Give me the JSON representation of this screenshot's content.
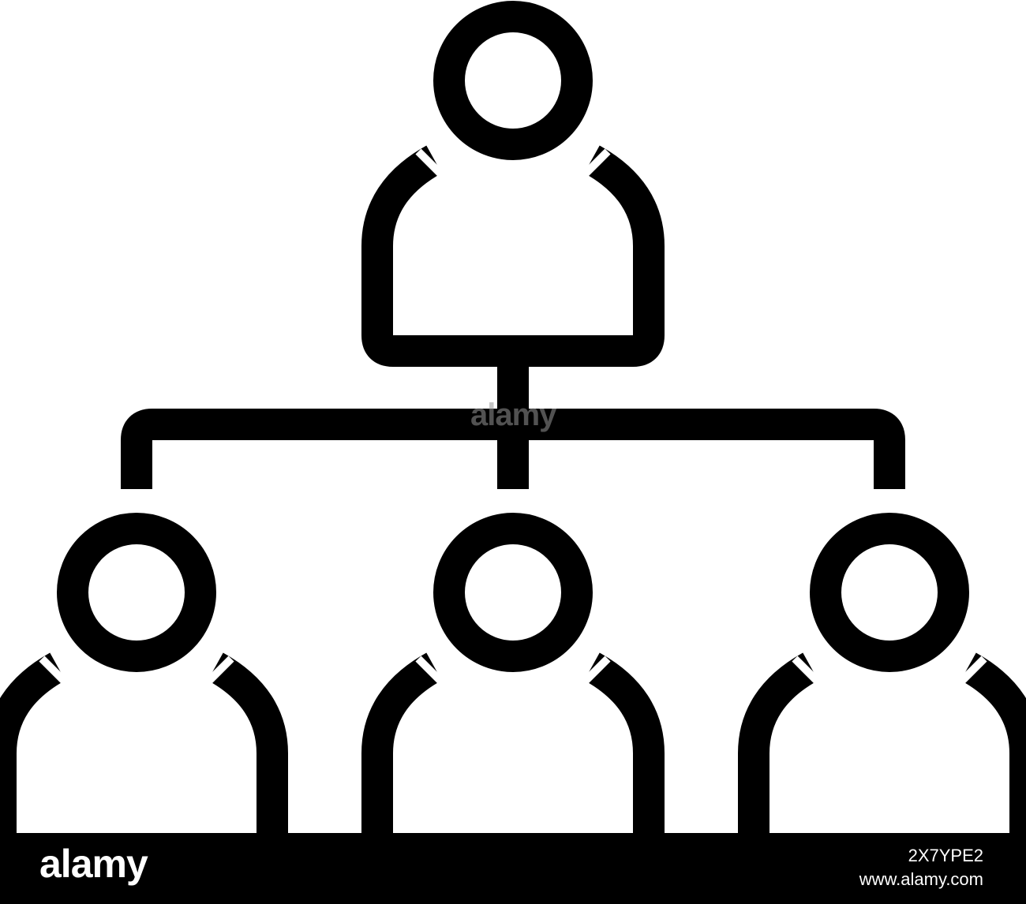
{
  "diagram": {
    "type": "org-chart",
    "stroke_color": "#000000",
    "background_color": "#ffffff",
    "nodes": [
      {
        "id": "top-person",
        "level": 0,
        "icon": "person-icon"
      },
      {
        "id": "left-person",
        "level": 1,
        "icon": "person-icon"
      },
      {
        "id": "center-person",
        "level": 1,
        "icon": "person-icon"
      },
      {
        "id": "right-person",
        "level": 1,
        "icon": "person-icon"
      }
    ],
    "edges": [
      {
        "from": "top-person",
        "to": "left-person"
      },
      {
        "from": "top-person",
        "to": "center-person"
      },
      {
        "from": "top-person",
        "to": "right-person"
      }
    ]
  },
  "watermark": {
    "center_text": "alamy"
  },
  "footer": {
    "logo_text": "alamy",
    "image_id": "2X7YPE2",
    "site": "www.alamy.com",
    "bar_color": "#000000",
    "text_color": "#ffffff"
  }
}
